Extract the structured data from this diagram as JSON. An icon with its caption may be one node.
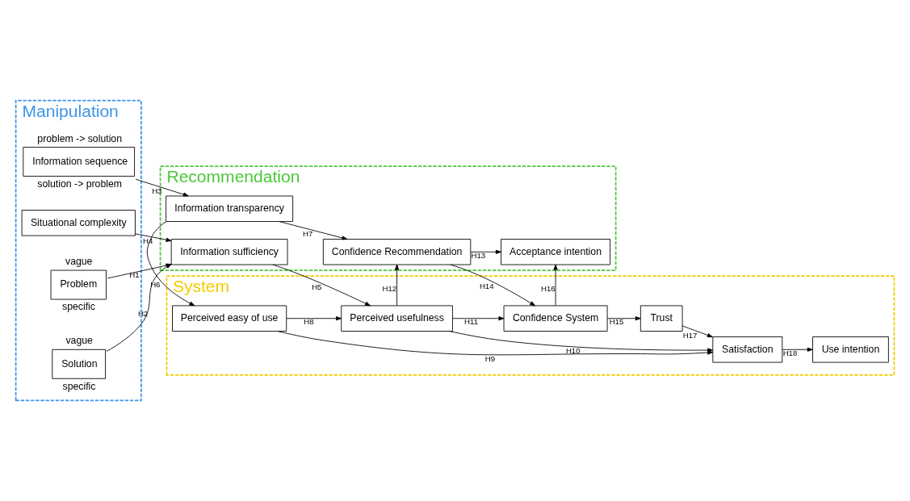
{
  "diagram": {
    "nodes": [
      {
        "text": [
          "Manipulation"
        ]
      },
      {
        "text": [
          "Situational complexity"
        ],
        "in": 0
      },
      {
        "text": [
          "Problem"
        ],
        "in": 0,
        "beside": [
          "vague",
          "specific"
        ]
      },
      {
        "text": [
          "Solution"
        ],
        "in": 0,
        "beside": [
          "vague",
          "specific"
        ]
      },
      {
        "text": [
          "Information sequence"
        ],
        "in": 0,
        "beside": [
          "problem -> solution",
          "solution -> problem"
        ]
      },
      {
        "text": [
          "Recommendation"
        ]
      },
      {
        "text": [
          "Information sufficiency"
        ],
        "in": 5
      },
      {
        "text": [
          "Information transparency"
        ],
        "in": 5
      },
      {
        "text": [
          "Confidence Recommendation"
        ],
        "in": 5
      },
      {
        "text": [
          "Acceptance intention"
        ],
        "in": 5
      },
      {
        "text": [
          "System"
        ]
      },
      {
        "text": [
          "Satisfaction"
        ],
        "in": 10
      },
      {
        "text": [
          "Use intention"
        ],
        "in": 10
      },
      {
        "text": [
          "Perceived usefulness"
        ],
        "in": 10
      },
      {
        "text": [
          "Trust"
        ],
        "in": 10
      },
      {
        "text": [
          "Confidence System"
        ],
        "in": 10
      },
      {
        "text": [
          "Perceived easy of use"
        ],
        "in": 10
      }
    ],
    "edges": [
      {
        "from": 2,
        "to": 6,
        "arrow": "to",
        "label": "H1"
      },
      {
        "from": 3,
        "to": 6,
        "arrow": "to",
        "label": "H2"
      },
      {
        "from": 4,
        "to": 7,
        "arrow": "to",
        "label": "H3"
      },
      {
        "from": 1,
        "to": 6,
        "arrow": "to",
        "label": "H4"
      },
      {
        "from": 6,
        "to": 13,
        "arrow": "to",
        "label": "H5"
      },
      {
        "from": 7,
        "to": 16,
        "arrow": "to",
        "label": "H6"
      },
      {
        "from": 7,
        "to": 8,
        "arrow": "to",
        "label": "H7"
      },
      {
        "from": 16,
        "to": 13,
        "arrow": "to",
        "label": "H8"
      },
      {
        "from": 16,
        "to": 11,
        "arrow": "to",
        "label": "H9"
      },
      {
        "from": 13,
        "to": 11,
        "arrow": "to",
        "label": "H10"
      },
      {
        "from": 13,
        "to": 15,
        "arrow": "to",
        "label": "H11"
      },
      {
        "from": 13,
        "to": 8,
        "arrow": "to",
        "label": "H12"
      },
      {
        "from": 8,
        "to": 9,
        "arrow": "to",
        "label": "H13"
      },
      {
        "from": 8,
        "to": 15,
        "arrow": "to",
        "label": "H14"
      },
      {
        "from": 15,
        "to": 14,
        "arrow": "to",
        "label": "H15"
      },
      {
        "from": 15,
        "to": 9,
        "arrow": "to",
        "label": "H16"
      },
      {
        "from": 14,
        "to": 11,
        "arrow": "to",
        "label": "H17"
      },
      {
        "from": 11,
        "to": 12,
        "arrow": "to",
        "label": "H18"
      }
    ]
  }
}
